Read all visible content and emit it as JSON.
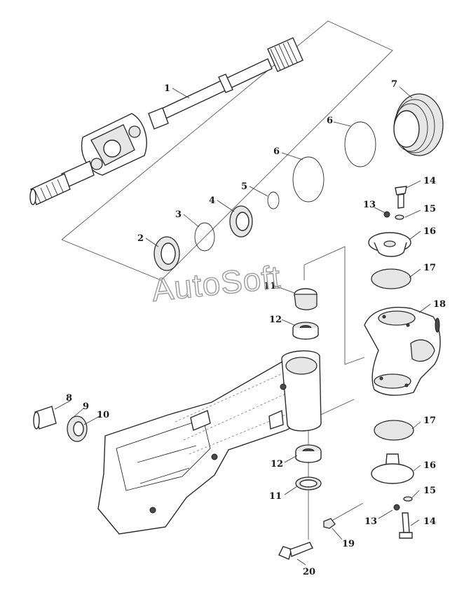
{
  "watermark": "AutoSoft",
  "callouts": [
    "1",
    "2",
    "3",
    "4",
    "5",
    "6",
    "6",
    "7",
    "8",
    "9",
    "10",
    "11",
    "11",
    "12",
    "12",
    "13",
    "13",
    "14",
    "14",
    "15",
    "15",
    "16",
    "16",
    "17",
    "17",
    "18",
    "19",
    "20"
  ],
  "colors": {
    "line": "#2a2a2a",
    "watermark": "#9a9a9a",
    "background": "#ffffff"
  }
}
